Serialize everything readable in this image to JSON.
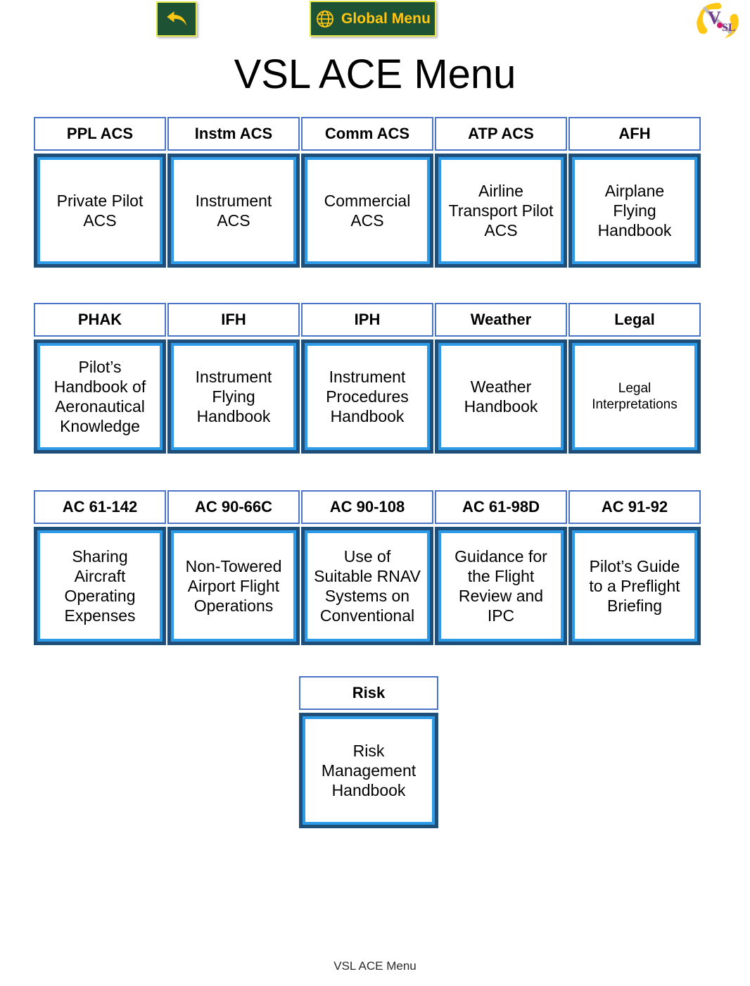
{
  "header": {
    "back_button": {
      "name": "back-button",
      "icon": "back-arrow-icon"
    },
    "global_menu": {
      "label": "Global Menu",
      "icon": "globe-icon"
    },
    "logo": {
      "alt": "VSL",
      "letter_v": "V",
      "letter_sl": "SL"
    }
  },
  "title": "VSL ACE Menu",
  "groups": [
    {
      "id": "group-1",
      "cells": [
        {
          "header": "PPL ACS",
          "body": "Private Pilot\nACS"
        },
        {
          "header": "Instm ACS",
          "body": "Instrument\nACS"
        },
        {
          "header": "Comm ACS",
          "body": "Commercial\nACS"
        },
        {
          "header": "ATP ACS",
          "body": "Airline\nTransport Pilot\nACS"
        },
        {
          "header": "AFH",
          "body": "Airplane\nFlying\nHandbook"
        }
      ]
    },
    {
      "id": "group-2",
      "cells": [
        {
          "header": "PHAK",
          "body": "Pilot’s\nHandbook of\nAeronautical\nKnowledge"
        },
        {
          "header": "IFH",
          "body": "Instrument\nFlying\nHandbook"
        },
        {
          "header": "IPH",
          "body": "Instrument\nProcedures\nHandbook"
        },
        {
          "header": "Weather",
          "body": "Weather\nHandbook"
        },
        {
          "header": "Legal",
          "body": "Legal\nInterpretations"
        }
      ]
    },
    {
      "id": "group-3",
      "cells": [
        {
          "header": "AC 61-142",
          "body": "Sharing\nAircraft\nOperating\nExpenses"
        },
        {
          "header": "AC 90-66C",
          "body": "Non-Towered\nAirport Flight\nOperations"
        },
        {
          "header": "AC 90-108",
          "body": "Use of\nSuitable RNAV\nSystems on\nConventional"
        },
        {
          "header": "AC 61-98D",
          "body": "Guidance for\nthe Flight\nReview and\nIPC"
        },
        {
          "header": "AC 91-92",
          "body": "Pilot’s Guide\nto a Preflight\nBriefing"
        }
      ]
    },
    {
      "id": "group-risk",
      "cells": [
        {
          "header": "Risk",
          "body": "Risk\nManagement\nHandbook"
        }
      ]
    }
  ],
  "footer": "VSL ACE Menu",
  "colors": {
    "button_green": "#1E5235",
    "button_yellow": "#FFC713",
    "button_border": "#E8E84A",
    "header_cell_border": "#4A74C8",
    "body_cell_border_outer": "#1F4E79",
    "body_cell_border_inner": "#2E9BE8",
    "text": "#000000",
    "page_background": "#FFFFFF"
  }
}
